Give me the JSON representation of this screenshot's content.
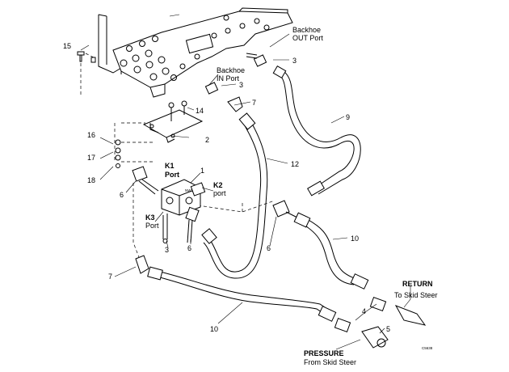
{
  "callouts": {
    "n1": "1",
    "n2": "2",
    "n3a": "3",
    "n3b": "3",
    "n3c": "3",
    "n4": "4",
    "n5": "5",
    "n6a": "6",
    "n6b": "6",
    "n6c": "6",
    "n7a": "7",
    "n7b": "7",
    "n9": "9",
    "n10a": "10",
    "n10b": "10",
    "n12": "12",
    "n14": "14",
    "n15": "15",
    "n16": "16",
    "n17": "17",
    "n18": "18"
  },
  "labels": {
    "backhoe_out_1": "Backhoe",
    "backhoe_out_2": "OUT Port",
    "backhoe_in_1": "Backhoe",
    "backhoe_in_2": "IN Port",
    "k1_1": "K1",
    "k1_2": "Port",
    "k2_1": "K2",
    "k2_2": "port",
    "k3_1": "K3",
    "k3_2": "Port",
    "return_1": "RETURN",
    "return_2": "To Skid Steer",
    "pressure_1": "PRESSURE",
    "pressure_2": "From Skid Steer",
    "valve_mark": "NWT",
    "drawing_code": "C5638"
  }
}
